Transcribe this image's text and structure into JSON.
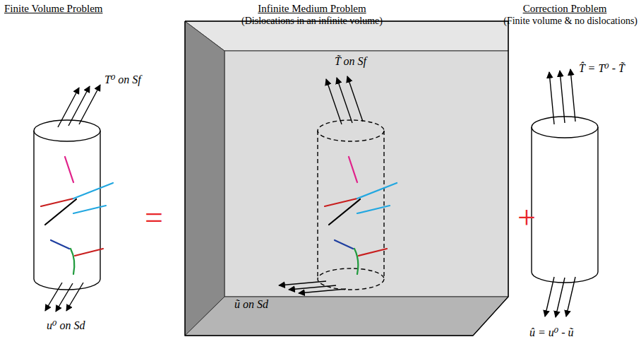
{
  "diagram": {
    "labels": [
      "Finite Volume Problem",
      "Infinite Medium Problem",
      "(Dislocations in an infinite volume)",
      "Correction Problem",
      "(Finite volume & no dislocations)",
      "T⁰ on Sf",
      "u⁰ on Sd",
      "=",
      "T̃ on Sf",
      "ũ on Sd",
      "+",
      "T̂ = T⁰ - T̃",
      "û = u⁰ - ũ"
    ]
  }
}
